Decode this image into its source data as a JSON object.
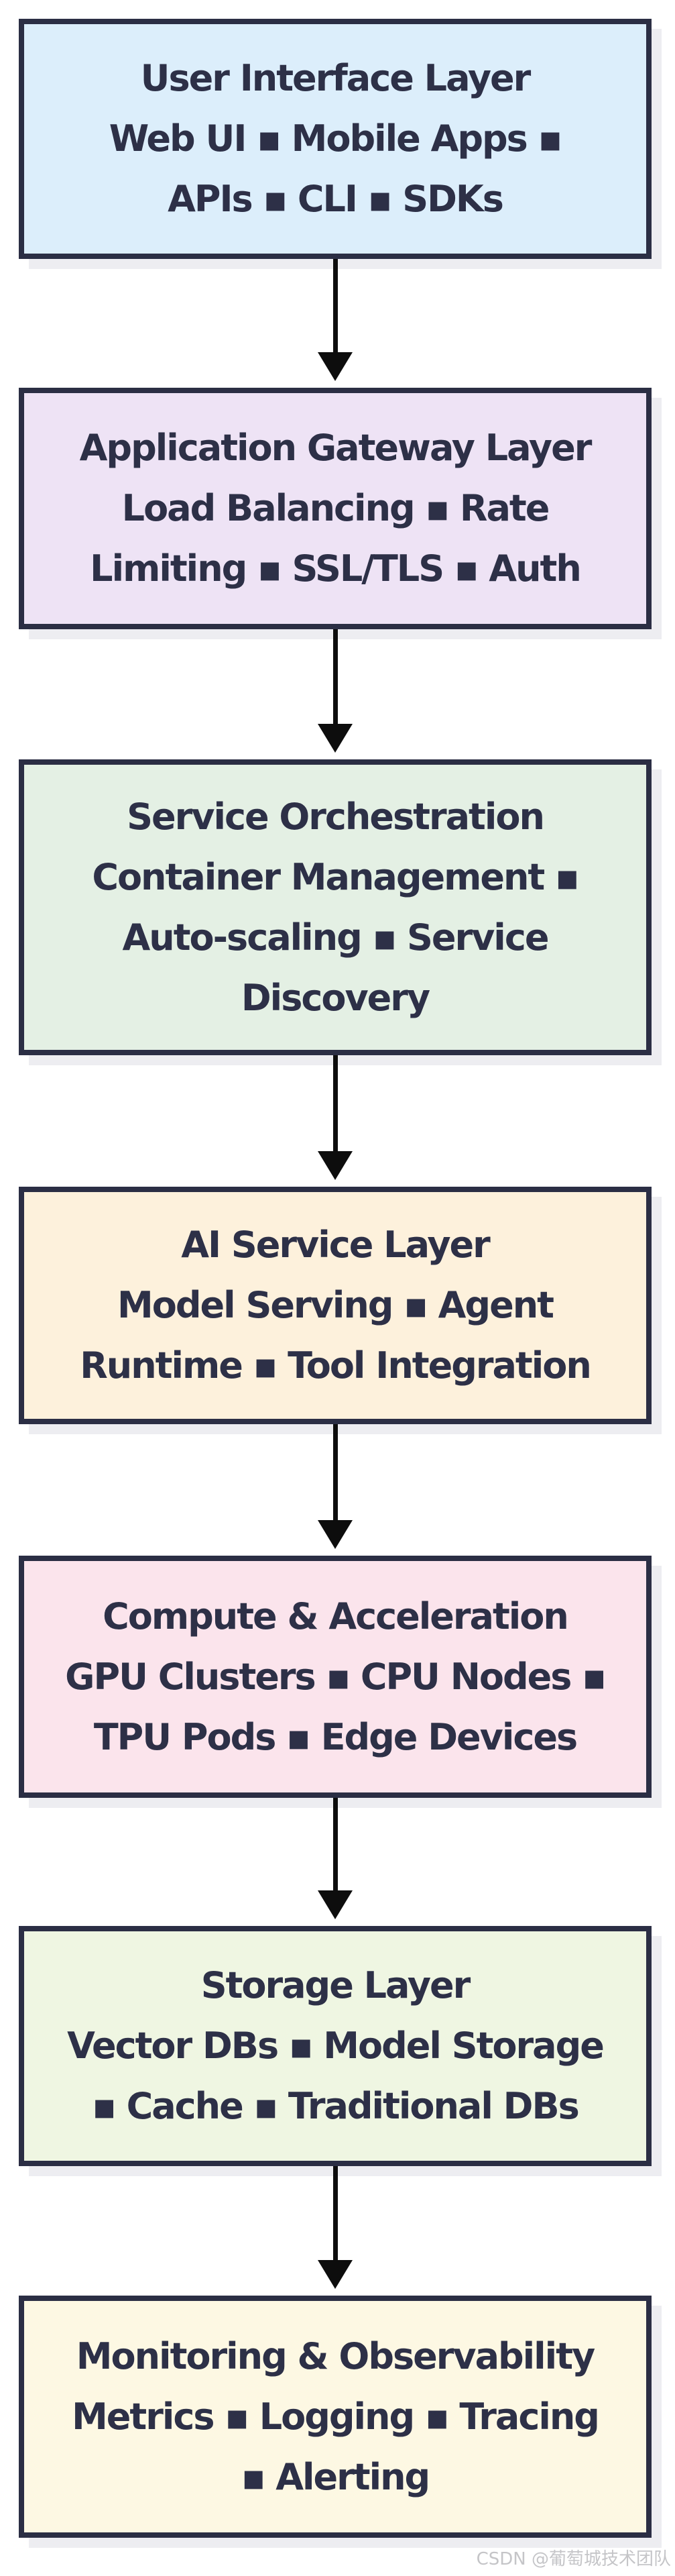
{
  "colors": {
    "border": "#2b2e44",
    "text": "#2d3047",
    "arrow": "#0d0d0d",
    "shadow": "#ededf1",
    "page_background": "#ffffff"
  },
  "layers": [
    {
      "title": "User Interface Layer",
      "subtitle": "Web UI ▪ Mobile Apps ▪\nAPIs ▪ CLI ▪ SDKs",
      "bg": "#dceefb"
    },
    {
      "title": "Application Gateway Layer",
      "subtitle": "Load Balancing ▪ Rate\nLimiting ▪ SSL/TLS ▪ Auth",
      "bg": "#eee3f5"
    },
    {
      "title": "Service Orchestration",
      "subtitle": "Container Management ▪\nAuto-scaling ▪ Service\nDiscovery",
      "bg": "#e4f0e4"
    },
    {
      "title": "AI Service Layer",
      "subtitle": "Model Serving ▪ Agent\nRuntime ▪ Tool Integration",
      "bg": "#fdf1dc"
    },
    {
      "title": "Compute & Acceleration",
      "subtitle": "GPU Clusters ▪ CPU Nodes ▪\nTPU Pods ▪ Edge Devices",
      "bg": "#fbe4ec"
    },
    {
      "title": "Storage Layer",
      "subtitle": "Vector DBs ▪ Model Storage\n▪ Cache ▪ Traditional DBs",
      "bg": "#eff6e2"
    },
    {
      "title": "Monitoring & Observability",
      "subtitle": "Metrics ▪ Logging ▪ Tracing\n▪ Alerting",
      "bg": "#fdf8e3"
    }
  ],
  "watermark": {
    "text": "CSDN @葡萄城技术团队",
    "color": "#c5c5c8"
  }
}
